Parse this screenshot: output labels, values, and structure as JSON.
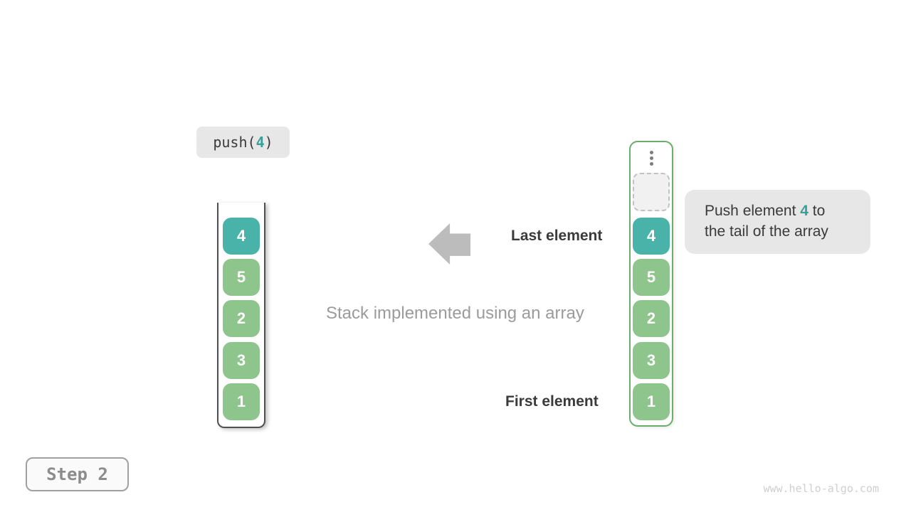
{
  "colors": {
    "teal_fill": "#49b2a9",
    "teal_text": "#37a099",
    "green_fill": "#8dc58d",
    "green_border": "#6aad6c",
    "dark_text": "#3a3a3a",
    "muted_text": "#9b9b9b",
    "box_bg": "#e7e7e7",
    "arrow": "#bcbcbc",
    "stack_border": "#4f4f4f",
    "slot_bg": "#f1f1f1",
    "slot_border": "#c2c2c2",
    "step_text": "#8c8c8c",
    "step_border": "#a0a0a0",
    "step_bg": "#fafafa",
    "watermark_text": "#cfcfcf",
    "cell_text": "#ffffff",
    "dots": "#7d7d7d"
  },
  "operation": {
    "prefix": "push(",
    "arg": "4",
    "suffix": ")"
  },
  "caption": "Stack implemented using an array",
  "annotations": {
    "last_element": "Last element",
    "first_element": "First element"
  },
  "stack": {
    "cells": [
      {
        "value": "4",
        "highlight": true
      },
      {
        "value": "5",
        "highlight": false
      },
      {
        "value": "2",
        "highlight": false
      },
      {
        "value": "3",
        "highlight": false
      },
      {
        "value": "1",
        "highlight": false
      }
    ]
  },
  "array": {
    "cells": [
      {
        "value": "4",
        "highlight": true
      },
      {
        "value": "5",
        "highlight": false
      },
      {
        "value": "2",
        "highlight": false
      },
      {
        "value": "3",
        "highlight": false
      },
      {
        "value": "1",
        "highlight": false
      }
    ]
  },
  "callout": {
    "line1_prefix": "Push element ",
    "value": "4",
    "line1_suffix": " to",
    "line2": "the tail of the array"
  },
  "step": {
    "label": "Step 2"
  },
  "watermark": "www.hello-algo.com"
}
